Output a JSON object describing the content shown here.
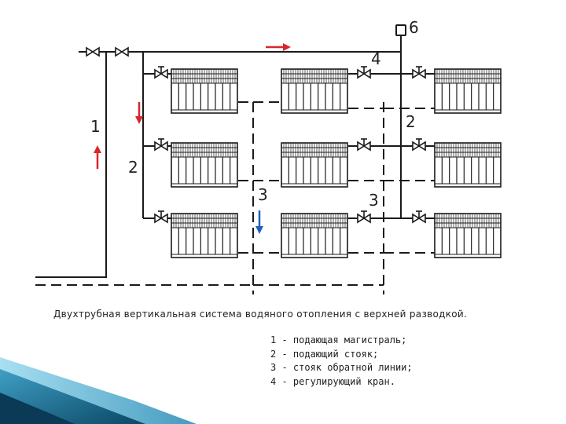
{
  "diagram": {
    "labels": {
      "main_supply": "1",
      "riser_left": "2",
      "riser_right": "2",
      "return_center": "3",
      "return_right": "3",
      "valve": "4",
      "air_vent": "6"
    }
  },
  "caption": "Двухтрубная вертикальная система водяного отопления с верхней разводкой.",
  "legend": [
    "1 - подающая магистраль;",
    "2 - подающий стояк;",
    "3 - стояк обратной линии;",
    "4 - регулирующий кран."
  ],
  "colors": {
    "line": "#1a1a1a",
    "arrow_supply": "#d9262b",
    "arrow_return": "#1f5fbf",
    "corner_dark": "#0d4f73",
    "corner_light": "#5fc0e0"
  }
}
